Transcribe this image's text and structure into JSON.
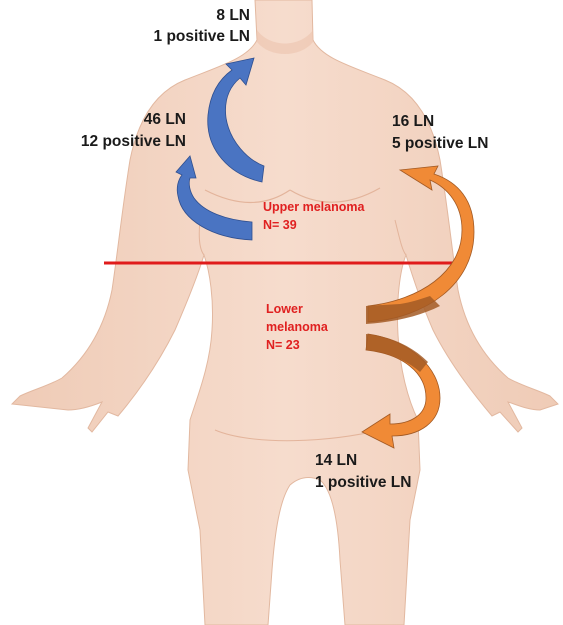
{
  "node_neck": {
    "count": "8 LN",
    "positive": "1 positive LN"
  },
  "node_axilla_left": {
    "count": "46 LN",
    "positive": "12 positive LN"
  },
  "node_axilla_right": {
    "count": "16 LN",
    "positive": "5 positive LN"
  },
  "node_groin": {
    "count": "14 LN",
    "positive": "1 positive LN"
  },
  "upper_group": {
    "name": "Upper melanoma",
    "n": "N= 39"
  },
  "lower_group": {
    "name_line1": "Lower",
    "name_line2": "melanoma",
    "n": "N= 23"
  },
  "colors": {
    "skin": "#f4d9c8",
    "skin_shadow": "#e8bfa6",
    "upper_arrow": "#4a74c2",
    "lower_arrow": "#f08a36",
    "lower_arrow_dark": "#a35a24",
    "divider": "#e01b1b",
    "group_label": "#e02020"
  }
}
